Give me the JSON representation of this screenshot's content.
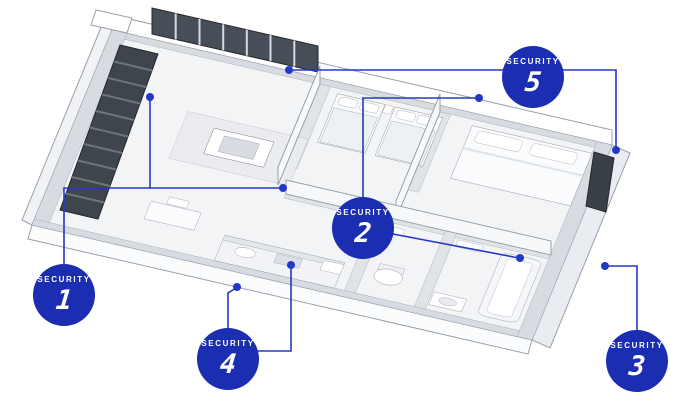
{
  "colors": {
    "badge_blue": "#1b2db0",
    "line_blue": "#2438c8"
  },
  "badges": [
    {
      "label": "SECURITY",
      "number": "1"
    },
    {
      "label": "SECURITY",
      "number": "2"
    },
    {
      "label": "SECURITY",
      "number": "3"
    },
    {
      "label": "SECURITY",
      "number": "4"
    },
    {
      "label": "SECURITY",
      "number": "5"
    }
  ]
}
